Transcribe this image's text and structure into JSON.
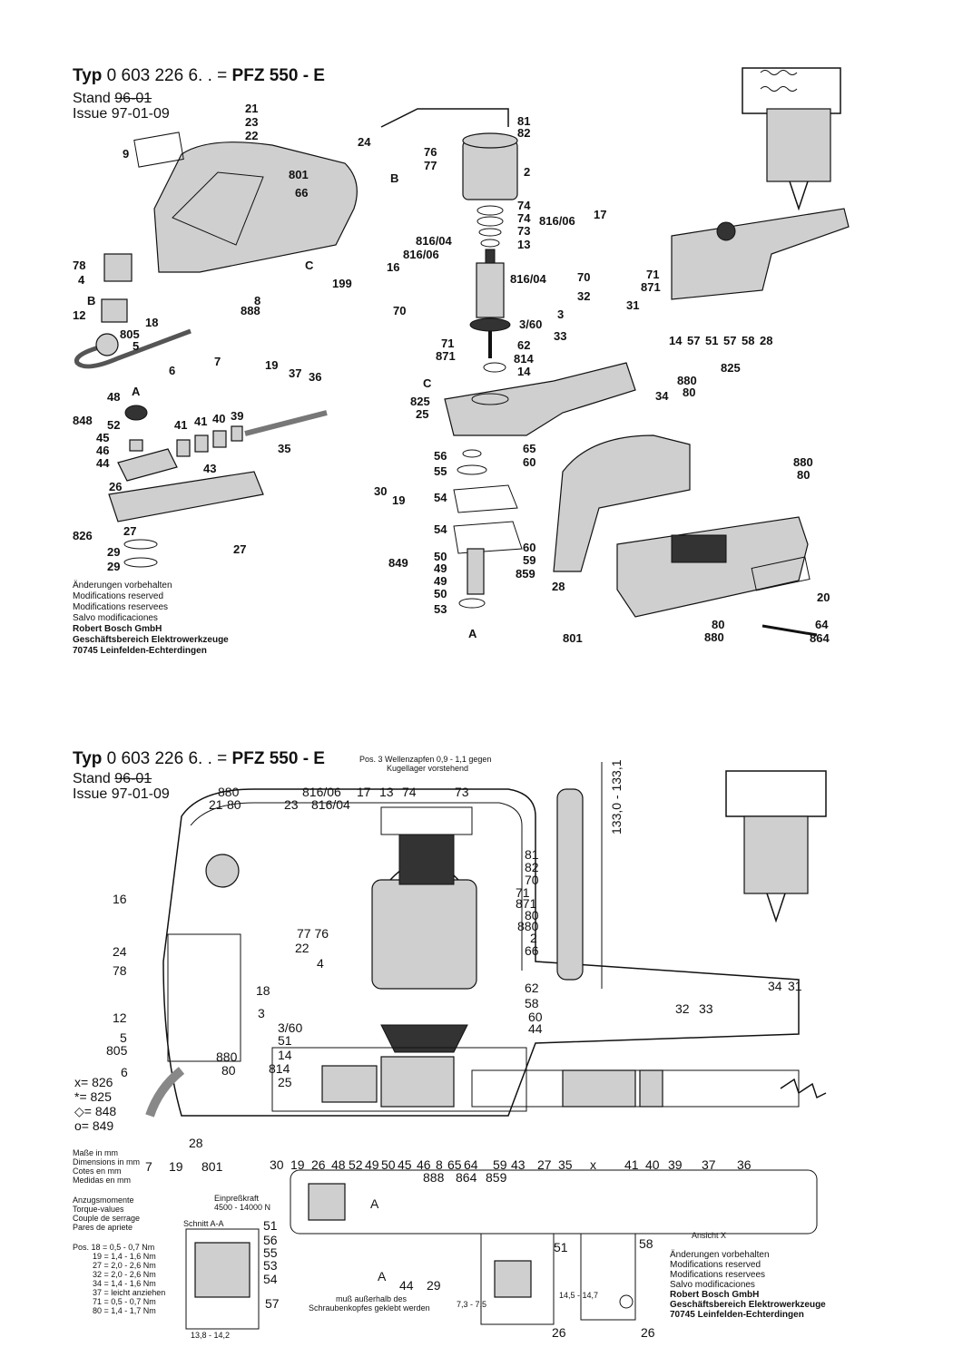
{
  "sheet1": {
    "title_prefix": "Typ",
    "title_number": "0 603 226 6. .",
    "title_eq": "=",
    "title_model": "PFZ 550 - E",
    "stand_label": "Stand",
    "stand_value": "96-01",
    "issue_label": "Issue",
    "issue_value": "97-01-09",
    "notes": [
      "Änderungen vorbehalten",
      "Modifications reserved",
      "Modifications reservees",
      "Salvo modificaciones"
    ],
    "company": [
      "Robert Bosch GmbH",
      "Geschäftsbereich Elektrowerkzeuge",
      "70745 Leinfelden-Echterdingen"
    ],
    "labels": {
      "l21": "21",
      "l23": "23",
      "l22": "22",
      "l9": "9",
      "lx801": "801",
      "l66": "66",
      "l78": "78",
      "l4": "4",
      "lB1": "B",
      "l12": "12",
      "l18": "18",
      "l805": "805",
      "l5": "5",
      "l6": "6",
      "l7": "7",
      "l19": "19",
      "l199": "199",
      "lC1": "C",
      "l8": "8",
      "l888": "888",
      "l24": "24",
      "l76": "76",
      "l77": "77",
      "lB2": "B",
      "l81": "81",
      "l82": "82",
      "l2": "2",
      "l74a": "74",
      "l74b": "74",
      "l73": "73",
      "l13": "13",
      "l816_06a": "816/06",
      "l17": "17",
      "l816_04a": "816/04",
      "l816_06b": "816/06",
      "l16": "16",
      "l816_04b": "816/04",
      "l70a": "70",
      "l871a": "871",
      "l71a": "71",
      "l32": "32",
      "l31": "31",
      "l70b": "70",
      "l3": "3",
      "l3_60": "3/60",
      "l33": "33",
      "l71b": "71",
      "l871b": "871",
      "l62": "62",
      "l814": "814",
      "l14": "14",
      "lC2": "C",
      "l825a": "825",
      "l25": "25",
      "l34": "34",
      "l14b": "14",
      "l57": "57",
      "l51": "51",
      "l57b": "57",
      "l58": "58",
      "l28b": "28",
      "l825b": "825",
      "l880a": "880",
      "l80a": "80",
      "l37": "37",
      "l36": "36",
      "l48": "48",
      "lA1": "A",
      "l848": "848",
      "l52": "52",
      "l45": "45",
      "l46": "46",
      "l44": "44",
      "l41a": "41",
      "l41b": "41",
      "l40": "40",
      "l39": "39",
      "l35": "35",
      "l43": "43",
      "l26": "26",
      "l826": "826",
      "l27a": "27",
      "l27b": "27",
      "l29a": "29",
      "l29b": "29",
      "l56": "56",
      "l65": "65",
      "l55": "55",
      "l60a": "60",
      "l30": "30",
      "l19b": "19",
      "l54a": "54",
      "l54b": "54",
      "l849": "849",
      "l50a": "50",
      "l49a": "49",
      "l49b": "49",
      "l50b": "50",
      "l60b": "60",
      "l59": "59",
      "l859": "859",
      "l53": "53",
      "lA2": "A",
      "l880b": "880",
      "l80b": "80",
      "l28": "28",
      "l20": "20",
      "l801b": "801",
      "l80c": "80",
      "l880c": "880",
      "l64": "64",
      "l864": "864"
    }
  },
  "sheet2": {
    "title_prefix": "Typ",
    "title_number": "0 603 226 6. .",
    "title_eq": "=",
    "title_model": "PFZ 550 - E",
    "note_pos3_line1": "Pos. 3 Wellenzapfen 0,9 - 1,1 gegen",
    "note_pos3_line2": "Kugellager vorstehend",
    "stand_label": "Stand",
    "stand_value": "96-01",
    "issue_label": "Issue",
    "issue_value": "97-01-09",
    "dimension_label": "133,0 - 133,1",
    "legend": [
      {
        "symbol": "x",
        "value": "= 826"
      },
      {
        "symbol": "*",
        "value": "= 825"
      },
      {
        "symbol": "◇",
        "value": "= 848"
      },
      {
        "symbol": "o",
        "value": "= 849"
      }
    ],
    "dims_note": [
      "Maße in mm",
      "Dimensions in mm",
      "Cotes en mm",
      "Medidas en mm"
    ],
    "torque_title": [
      "Anzugsmomente",
      "Torque-values",
      "Couple de serrage",
      "Pares de apriete"
    ],
    "torque_values": [
      "Pos. 18 = 0,5 - 0,7 Nm",
      "19 = 1,4 - 1,6 Nm",
      "27 = 2,0 - 2,6 Nm",
      "32 = 2,0 - 2,6 Nm",
      "34 = 1,4 - 1,6 Nm",
      "37 = leicht anziehen",
      "71 = 0,5 - 0,7 Nm",
      "80 = 1,4 - 1,7 Nm"
    ],
    "press_force_title": "Einpreßkraft",
    "press_force_value": "4500 - 14000 N",
    "section_label": "Schnitt A-A",
    "section_dim": "13,8 - 14,2",
    "glue_note": [
      "muß außerhalb des",
      "Schraubenkopfes geklebt werden"
    ],
    "dim_7_3": "7,3 - 7,5",
    "dim_14_5": "14,5 - 14,7",
    "view_x": "Ansicht X",
    "notes": [
      "Änderungen vorbehalten",
      "Modifications reserved",
      "Modifications reservees",
      "Salvo modificaciones"
    ],
    "company": [
      "Robert Bosch GmbH",
      "Geschäftsbereich Elektrowerkzeuge",
      "70745 Leinfelden-Echterdingen"
    ],
    "labels": {
      "t880": "880",
      "t21": "21",
      "t80": "80",
      "t816_06": "816/06",
      "t23": "23",
      "t816_04": "816/04",
      "t17": "17",
      "t13": "13",
      "t74": "74",
      "t73": "73",
      "r81": "81",
      "r82": "82",
      "r70": "70",
      "r71": "71",
      "r871": "871",
      "r80": "80",
      "r880": "880",
      "r2": "2",
      "r66": "66",
      "l16": "16",
      "l7776": "77 76",
      "l22": "22",
      "l4": "4",
      "l24": "24",
      "l78": "78",
      "l18": "18",
      "l12": "12",
      "l5": "5",
      "l805": "805",
      "l6": "6",
      "m3": "3",
      "m3_60": "3/60",
      "m51": "51",
      "m14": "14",
      "m814": "814",
      "m25": "25",
      "m880": "880",
      "m80": "80",
      "r62": "62",
      "r58": "58",
      "r60": "60",
      "r44": "44",
      "r34": "34",
      "r31": "31",
      "r32": "32",
      "r33": "33",
      "b28": "28",
      "b7": "7",
      "b19": "19",
      "b801": "801",
      "b30": "30",
      "b19b": "19",
      "b26": "26",
      "b48": "48",
      "b52": "52",
      "b49": "49",
      "b50": "50",
      "b45": "45",
      "b46": "46",
      "b8": "8",
      "b65": "65",
      "b64": "64",
      "b59": "59",
      "b43": "43",
      "b27": "27",
      "b35": "35",
      "bx": "x",
      "b41": "41",
      "b40": "40",
      "b39": "39",
      "b37": "37",
      "b36": "36",
      "b888": "888",
      "b864": "864",
      "b859": "859",
      "s51": "51",
      "s56": "56",
      "s55": "55",
      "s53": "53",
      "s54": "54",
      "s57": "57",
      "sA": "A",
      "sA2": "A",
      "s44": "44",
      "s29": "29",
      "d51": "51",
      "d58": "58",
      "d26a": "26",
      "d26b": "26"
    }
  }
}
